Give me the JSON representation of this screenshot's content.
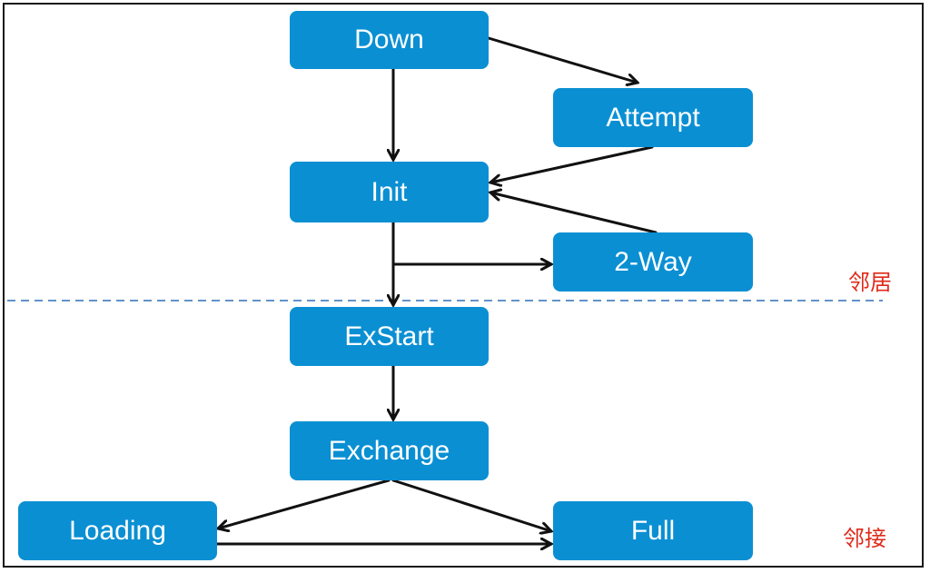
{
  "states": {
    "down": "Down",
    "attempt": "Attempt",
    "init": "Init",
    "two_way": "2-Way",
    "exstart": "ExStart",
    "exchange": "Exchange",
    "loading": "Loading",
    "full": "Full"
  },
  "zones": {
    "neighbor": "邻居",
    "adjacency": "邻接"
  },
  "colors": {
    "node_fill": "#0a8fd3",
    "node_text": "#ffffff",
    "arrow": "#111111",
    "divider": "#2f6fb3",
    "zone_label": "#e02a1a"
  },
  "transitions": [
    {
      "from": "Down",
      "to": "Init"
    },
    {
      "from": "Down",
      "to": "Attempt"
    },
    {
      "from": "Attempt",
      "to": "Init"
    },
    {
      "from": "2-Way",
      "to": "Init"
    },
    {
      "from": "Init",
      "to": "2-Way"
    },
    {
      "from": "Init",
      "to": "ExStart"
    },
    {
      "from": "ExStart",
      "to": "Exchange"
    },
    {
      "from": "Exchange",
      "to": "Loading"
    },
    {
      "from": "Exchange",
      "to": "Full"
    },
    {
      "from": "Loading",
      "to": "Full"
    }
  ]
}
